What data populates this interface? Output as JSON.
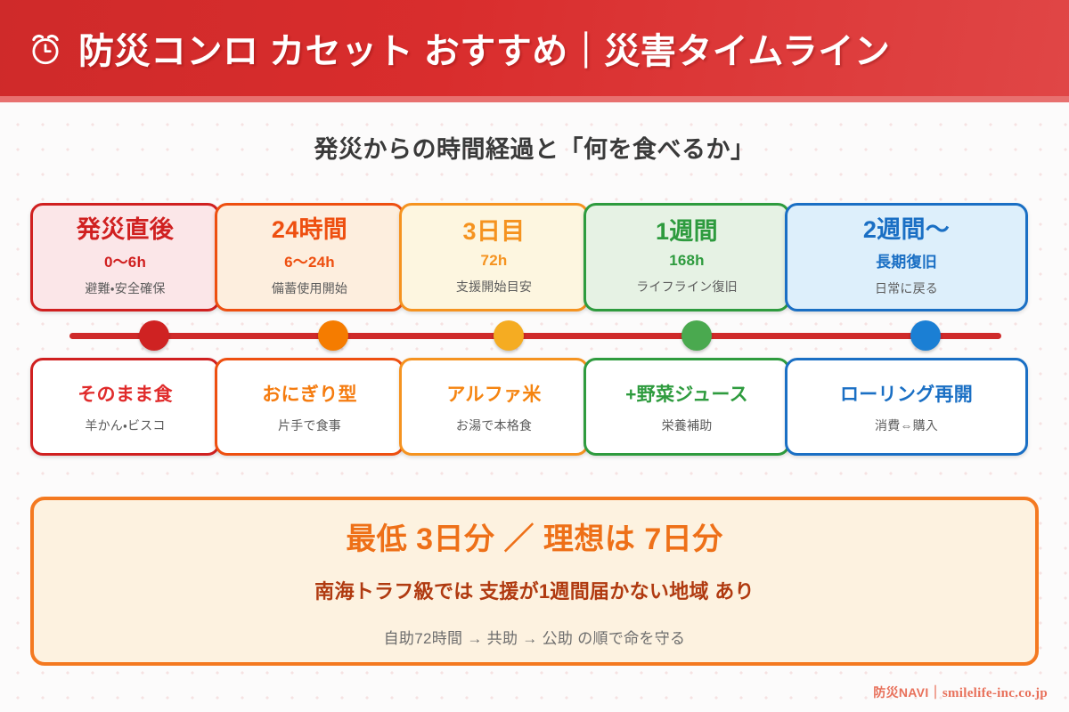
{
  "header": {
    "icon": "alarm-clock-icon",
    "title": "防災コンロ カセット おすすめ｜災害タイムライン",
    "bg_color": "#d92d2d",
    "text_color": "#ffffff"
  },
  "subtitle": "発災からの時間経過と「何を食べるか」",
  "timeline": {
    "track_color": "#cf2a2a",
    "stages": [
      {
        "title": "発災直後",
        "hours": "0〜6h",
        "note": "避難・安全確保",
        "accent": "#d02020",
        "bg": "#fbe6e8",
        "dot": "#cf2222",
        "food_title": "そのまま食",
        "food_note": "羊かん・ビスコ",
        "food_accent": "#e02b2b"
      },
      {
        "title": "24時間",
        "hours": "6〜24h",
        "note": "備蓄使用開始",
        "accent": "#ee4f10",
        "bg": "#fdeede",
        "dot": "#f57c00",
        "food_title": "おにぎり型",
        "food_note": "片手で食事",
        "food_accent": "#f57c10"
      },
      {
        "title": "3日目",
        "hours": "72h",
        "note": "支援開始目安",
        "accent": "#f59320",
        "bg": "#fdf6e0",
        "dot": "#f5ac22",
        "food_title": "アルファ米",
        "food_note": "お湯で本格食",
        "food_accent": "#f58410"
      },
      {
        "title": "1週間",
        "hours": "168h",
        "note": "ライフライン復旧",
        "accent": "#2e9b3e",
        "bg": "#e6f2e4",
        "dot": "#4aa94f",
        "food_title": "+野菜ジュース",
        "food_note": "栄養補助",
        "food_accent": "#2e9b3e"
      },
      {
        "title": "2週間〜",
        "hours": "長期復旧",
        "note": "日常に戻る",
        "accent": "#1a6fc4",
        "bg": "#ddeffb",
        "dot": "#1b7fd4",
        "food_title": "ローリング再開",
        "food_note": "消費⇔購入",
        "food_accent": "#1a6fc4"
      }
    ]
  },
  "summary": {
    "main": "最低 3日分 ／ 理想は 7日分",
    "sub": "南海トラフ級では 支援が1週間届かない地域 あり",
    "foot": "自助72時間 → 共助 → 公助 の順で命を守る",
    "border_color": "#f47920",
    "bg_color": "#fdf2e0"
  },
  "footer": {
    "brand": "防災NAVI",
    "separator": "｜",
    "site": "smilelife-inc.co.jp",
    "color": "#e8705a"
  }
}
